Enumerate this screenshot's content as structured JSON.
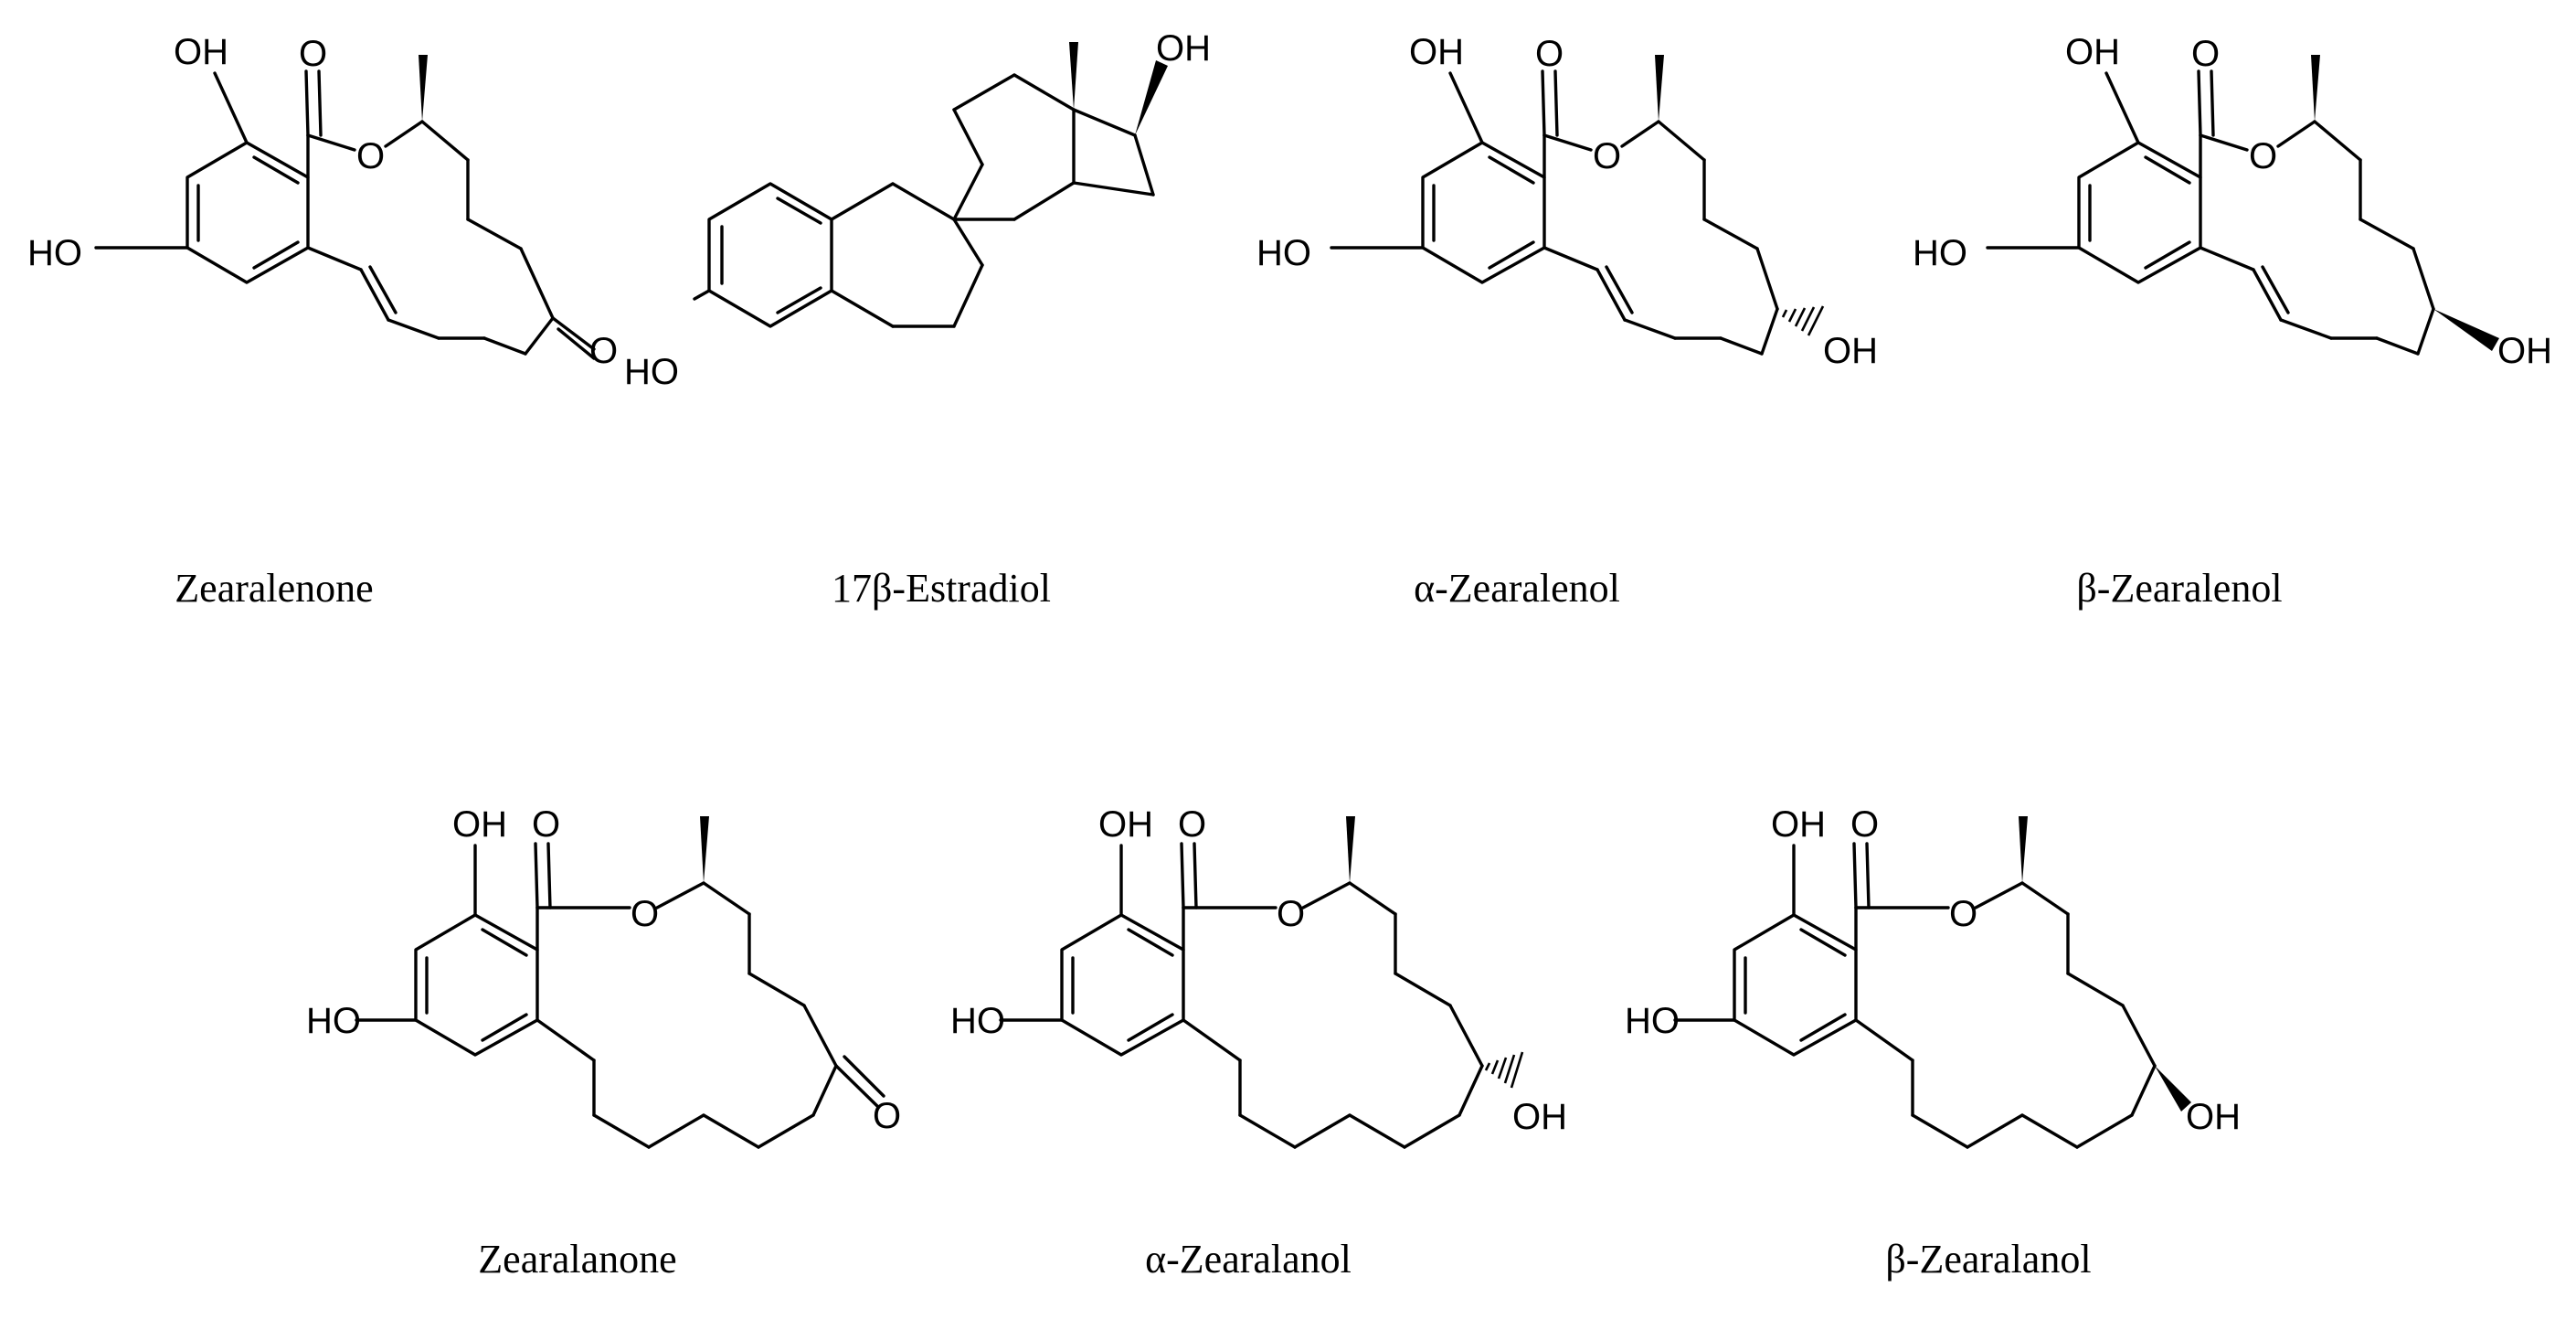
{
  "compounds": [
    {
      "name": "Zearalenone",
      "labels": {
        "oh_top": "OH",
        "o_carbonyl": "O",
        "o_ester": "O",
        "ho_left": "HO",
        "ketone_o": "O"
      }
    },
    {
      "name": "17β-Estradiol",
      "labels": {
        "oh_top": "OH",
        "ho_left": "HO"
      }
    },
    {
      "name": "α-Zearalenol",
      "labels": {
        "oh_top": "OH",
        "o_carbonyl": "O",
        "o_ester": "O",
        "ho_left": "HO",
        "oh_tail": "OH"
      }
    },
    {
      "name": "β-Zearalenol",
      "labels": {
        "oh_top": "OH",
        "o_carbonyl": "O",
        "o_ester": "O",
        "ho_left": "HO",
        "oh_tail": "OH"
      }
    },
    {
      "name": "Zearalanone",
      "labels": {
        "oh_top": "OH",
        "o_carbonyl": "O",
        "o_ester": "O",
        "ho_left": "HO",
        "ketone_o": "O"
      }
    },
    {
      "name": "α-Zearalanol",
      "labels": {
        "oh_top": "OH",
        "o_carbonyl": "O",
        "o_ester": "O",
        "ho_left": "HO",
        "oh_tail": "OH"
      }
    },
    {
      "name": "β-Zearalanol",
      "labels": {
        "oh_top": "OH",
        "o_carbonyl": "O",
        "o_ester": "O",
        "ho_left": "HO",
        "oh_tail": "OH"
      }
    }
  ]
}
